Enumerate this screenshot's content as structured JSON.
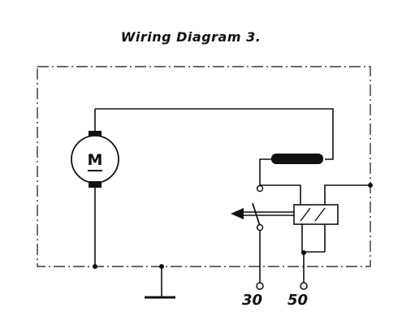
{
  "title": "Wiring Diagram 3.",
  "motor": {
    "symbol": "M"
  },
  "terminals": [
    {
      "label": "30"
    },
    {
      "label": "50"
    }
  ]
}
